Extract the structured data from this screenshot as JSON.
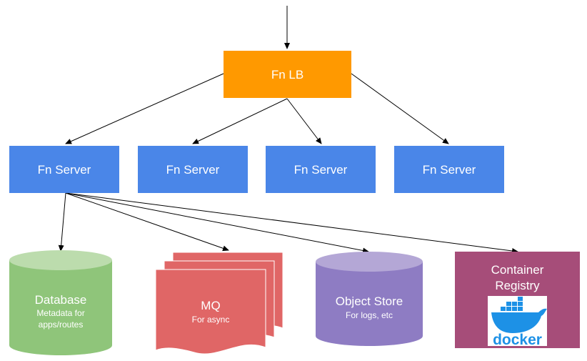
{
  "load_balancer": {
    "label": "Fn LB",
    "color": "#ff9900"
  },
  "servers": [
    {
      "label": "Fn Server"
    },
    {
      "label": "Fn Server"
    },
    {
      "label": "Fn Server"
    },
    {
      "label": "Fn Server"
    }
  ],
  "server_color": "#4a86e8",
  "stores": {
    "database": {
      "title": "Database",
      "subtitle_line1": "Metadata for",
      "subtitle_line2": "apps/routes",
      "color": "#8fc57a",
      "top_color": "#bcdcad"
    },
    "mq": {
      "title": "MQ",
      "subtitle": "For async",
      "color": "#e06666"
    },
    "object_store": {
      "title": "Object Store",
      "subtitle": "For logs, etc",
      "color": "#8e7cc3",
      "top_color": "#b4a7d6"
    },
    "registry": {
      "title_line1": "Container",
      "title_line2": "Registry",
      "logo_text": "docker",
      "color": "#a64d79",
      "logo_color": "#1d91e6"
    }
  }
}
